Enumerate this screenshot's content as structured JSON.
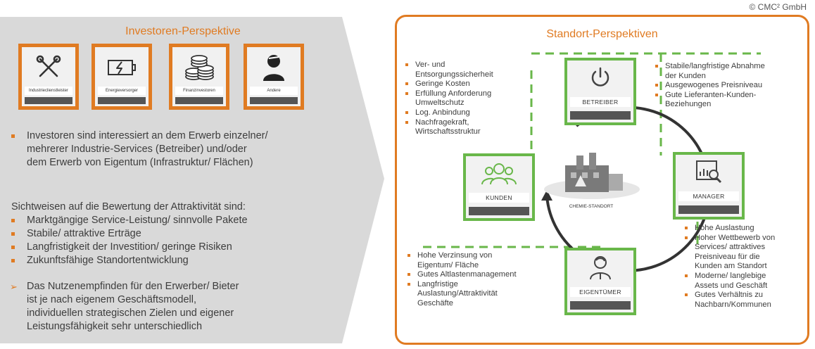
{
  "copyright": "© CMC² GmbH",
  "investor": {
    "title": "Investoren-Perspektive",
    "cards": [
      {
        "label": "Industrieclienstleister",
        "icon": "tools-icon"
      },
      {
        "label": "Energieversorger",
        "icon": "battery-icon"
      },
      {
        "label": "Finanzinvestoren",
        "icon": "coins-icon"
      },
      {
        "label": "Andere",
        "icon": "person-icon"
      }
    ],
    "intro_lines": [
      "Investoren sind interessiert an dem Erwerb einzelner/",
      "mehrerer Industrie-Services (Betreiber) und/oder",
      "dem Erwerb von Eigentum (Infrastruktur/ Flächen)"
    ],
    "views_heading": "Sichtweisen auf die Bewertung der Attraktivität sind:",
    "views": [
      "Marktgängige Service-Leistung/ sinnvolle Pakete",
      "Stabile/ attraktive Erträge",
      "Langfristigkeit der Investition/ geringe Risiken",
      "Zukunftsfähige Standortentwicklung"
    ],
    "conclusion_lines": [
      "Das Nutzenempfinden für den Erwerber/ Bieter",
      "ist je nach eigenem  Geschäftsmodell,",
      "individuellen strategischen Zielen und eigener",
      "Leistungsfähigkeit sehr unterschiedlich"
    ]
  },
  "standort": {
    "title": "Standort-Perspektiven",
    "center_label": "CHEMIE-STANDORT",
    "nodes": {
      "betreiber": {
        "label": "BETREIBER",
        "icon": "power-icon"
      },
      "kunden": {
        "label": "KUNDEN",
        "icon": "people-icon"
      },
      "manager": {
        "label": "MANAGER",
        "icon": "chart-magnifier-icon"
      },
      "eigentuemer": {
        "label": "EIGENTÜMER",
        "icon": "owner-icon"
      }
    },
    "kunden_bullets": [
      "Ver- und\nEntsorgungssicherheit",
      "Geringe Kosten",
      "Erfüllung Anforderung\nUmweltschutz",
      "Log. Anbindung",
      "Nachfragekraft,\nWirtschaftsstruktur"
    ],
    "betreiber_bullets": [
      "Stabile/langfristige Abnahme\nder Kunden",
      "Ausgewogenes Preisniveau",
      "Gute Lieferanten-Kunden-\nBeziehungen"
    ],
    "manager_bullets": [
      "Hohe Auslastung",
      "Hoher Wettbewerb von\nServices/ attraktives\nPreisniveau für die\nKunden am Standort",
      "Moderne/ langlebige\nAssets und Geschäft",
      "Gutes Verhältnis zu\nNachbarn/Kommunen"
    ],
    "eigentuemer_bullets": [
      "Hohe Verzinsung von\nEigentum/ Fläche",
      "Gutes Altlastenmanagement",
      "Langfristige\nAuslastung/Attraktivität\nGeschäfte"
    ]
  }
}
